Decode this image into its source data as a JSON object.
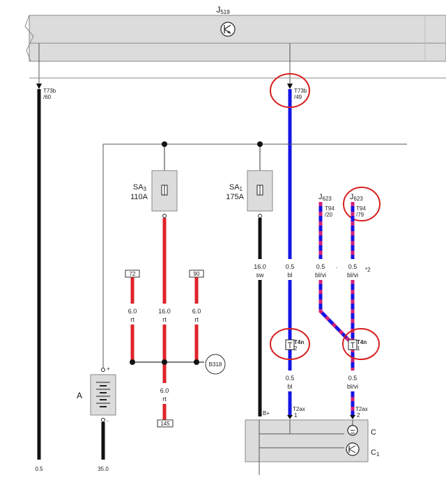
{
  "colors": {
    "wire_black": "#111111",
    "wire_red": "#e0232a",
    "wire_blue": "#1414e6",
    "wire_violet": "#d0207a",
    "highlight_ring": "#d81e1e",
    "module_fill": "#dcdcdc",
    "frame_gray": "#888888"
  },
  "modules": {
    "top": {
      "label": "J",
      "sub": "519"
    },
    "j623_left": {
      "label": "J",
      "sub": "623"
    },
    "j623_right": {
      "label": "J",
      "sub": "623"
    },
    "component_c": {
      "label": "C"
    },
    "component_c1": {
      "label": "C",
      "sub": "1"
    },
    "battery": {
      "label": "A",
      "plus": "+",
      "minus": "-"
    }
  },
  "fuses": {
    "sa3": {
      "label": "SA",
      "sub": "3",
      "rating": "110A"
    },
    "sa1": {
      "label": "SA",
      "sub": "1",
      "rating": "175A"
    }
  },
  "connectors": {
    "t73b_60": {
      "line1": "T73b",
      "line2": "/60"
    },
    "t73b_49": {
      "line1": "T73b",
      "line2": "/49"
    },
    "t94_20": {
      "line1": "T94",
      "line2": "/20"
    },
    "t94_79": {
      "line1": "T94",
      "line2": "/79"
    },
    "t4n_2": {
      "name": "T4n",
      "pin": "2"
    },
    "t4n_1": {
      "name": "T4n",
      "pin": "1"
    },
    "t2ax_1": {
      "name": "T2ax",
      "pin": "1"
    },
    "t2ax_2": {
      "name": "T2ax",
      "pin": "2"
    },
    "bplus": {
      "label": "B+"
    }
  },
  "wires": {
    "red_72": {
      "size": "6.0",
      "color": "rt"
    },
    "red_center": {
      "size": "16.0",
      "color": "rt"
    },
    "red_90": {
      "size": "6.0",
      "color": "rt"
    },
    "red_bottom": {
      "size": "6.0",
      "color": "rt"
    },
    "sw_main": {
      "size": "16.0",
      "color": "sw"
    },
    "bl_upper": {
      "size": "0.5",
      "color": "bl"
    },
    "blvi_left": {
      "size": "0.5",
      "color": "bl/vi"
    },
    "blvi_right": {
      "size": "0.5",
      "color": "bl/vi"
    },
    "bl_lower": {
      "size": "0.5",
      "color": "bl"
    },
    "blvi_lower": {
      "size": "0.5",
      "color": "bl/vi"
    },
    "left_black": {
      "size": "0.5"
    },
    "battery_black": {
      "size": "35.0"
    }
  },
  "references": {
    "tag_72": "72",
    "tag_90": "90",
    "tag_145": "145",
    "ground_b318": "B318",
    "dot_mark": "·",
    "note_2": "*2"
  }
}
